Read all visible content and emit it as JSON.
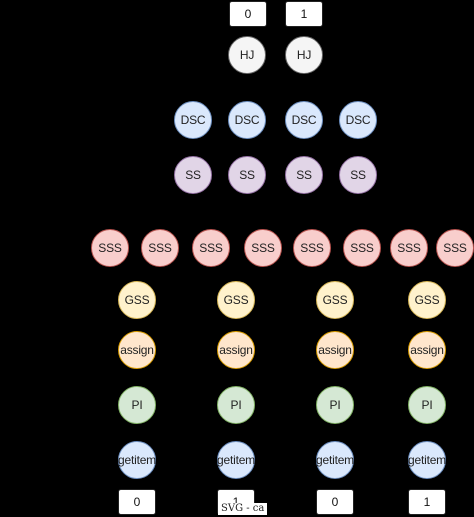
{
  "colors": {
    "HJ": {
      "fill": "#f5f5f5",
      "stroke": "#666666"
    },
    "DSC": {
      "fill": "#dae8fc",
      "stroke": "#6c8ebf"
    },
    "SS": {
      "fill": "#e1d5e7",
      "stroke": "#9673a6"
    },
    "SSS": {
      "fill": "#f8cecc",
      "stroke": "#b85450"
    },
    "GSS": {
      "fill": "#fff2cc",
      "stroke": "#d6b656"
    },
    "assign": {
      "fill": "#ffe6cc",
      "stroke": "#d79b00"
    },
    "PI": {
      "fill": "#d5e8d4",
      "stroke": "#82b366"
    },
    "getitem": {
      "fill": "#dae8fc",
      "stroke": "#6c8ebf"
    }
  },
  "top_boxes": [
    "0",
    "1"
  ],
  "rows": [
    {
      "kind": "HJ",
      "labels": [
        "HJ",
        "HJ"
      ]
    },
    {
      "kind": "DSC",
      "labels": [
        "DSC",
        "DSC",
        "DSC",
        "DSC"
      ]
    },
    {
      "kind": "SS",
      "labels": [
        "SS",
        "SS",
        "SS",
        "SS"
      ]
    },
    {
      "kind": "SSS",
      "labels": [
        "SSS",
        "SSS",
        "SSS",
        "SSS",
        "SSS",
        "SSS",
        "SSS",
        "SSS"
      ]
    },
    {
      "kind": "GSS",
      "labels": [
        "GSS",
        "GSS",
        "GSS",
        "GSS"
      ]
    },
    {
      "kind": "assign",
      "labels": [
        "assign",
        "assign",
        "assign",
        "assign"
      ]
    },
    {
      "kind": "PI",
      "labels": [
        "PI",
        "PI",
        "PI",
        "PI"
      ]
    },
    {
      "kind": "getitem",
      "labels": [
        "getitem",
        "getitem",
        "getitem",
        "getitem"
      ]
    }
  ],
  "bottom_boxes": [
    "0",
    "1",
    "0",
    "1"
  ],
  "caption": "SVG - ca"
}
